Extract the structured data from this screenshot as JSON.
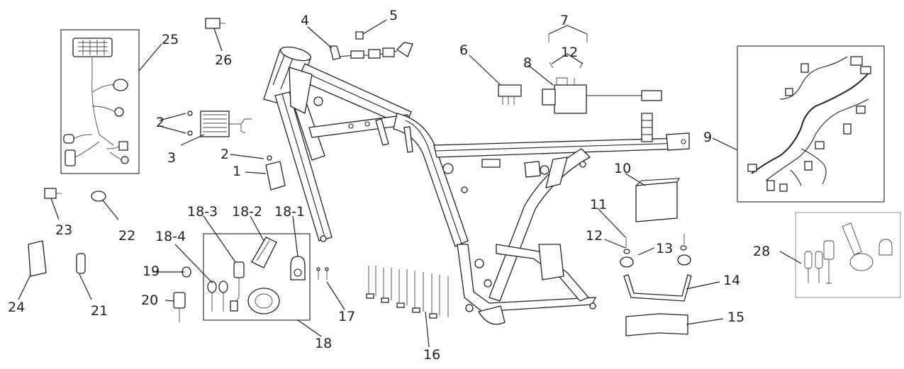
{
  "diagram": {
    "callouts": [
      {
        "id": "1",
        "text": "1"
      },
      {
        "id": "2a",
        "text": "2"
      },
      {
        "id": "2b",
        "text": "2"
      },
      {
        "id": "3",
        "text": "3"
      },
      {
        "id": "4",
        "text": "4"
      },
      {
        "id": "5",
        "text": "5"
      },
      {
        "id": "6",
        "text": "6"
      },
      {
        "id": "7",
        "text": "7"
      },
      {
        "id": "8",
        "text": "8"
      },
      {
        "id": "9",
        "text": "9"
      },
      {
        "id": "10",
        "text": "10"
      },
      {
        "id": "11",
        "text": "11"
      },
      {
        "id": "12a",
        "text": "12"
      },
      {
        "id": "12b",
        "text": "12"
      },
      {
        "id": "13",
        "text": "13"
      },
      {
        "id": "14",
        "text": "14"
      },
      {
        "id": "15",
        "text": "15"
      },
      {
        "id": "16",
        "text": "16"
      },
      {
        "id": "17",
        "text": "17"
      },
      {
        "id": "18",
        "text": "18"
      },
      {
        "id": "18-1",
        "text": "18-1"
      },
      {
        "id": "18-2",
        "text": "18-2"
      },
      {
        "id": "18-3",
        "text": "18-3"
      },
      {
        "id": "18-4",
        "text": "18-4"
      },
      {
        "id": "19",
        "text": "19"
      },
      {
        "id": "20",
        "text": "20"
      },
      {
        "id": "21",
        "text": "21"
      },
      {
        "id": "22",
        "text": "22"
      },
      {
        "id": "23",
        "text": "23"
      },
      {
        "id": "24",
        "text": "24"
      },
      {
        "id": "25",
        "text": "25"
      },
      {
        "id": "26",
        "text": "26"
      },
      {
        "id": "28",
        "text": "28"
      }
    ]
  }
}
